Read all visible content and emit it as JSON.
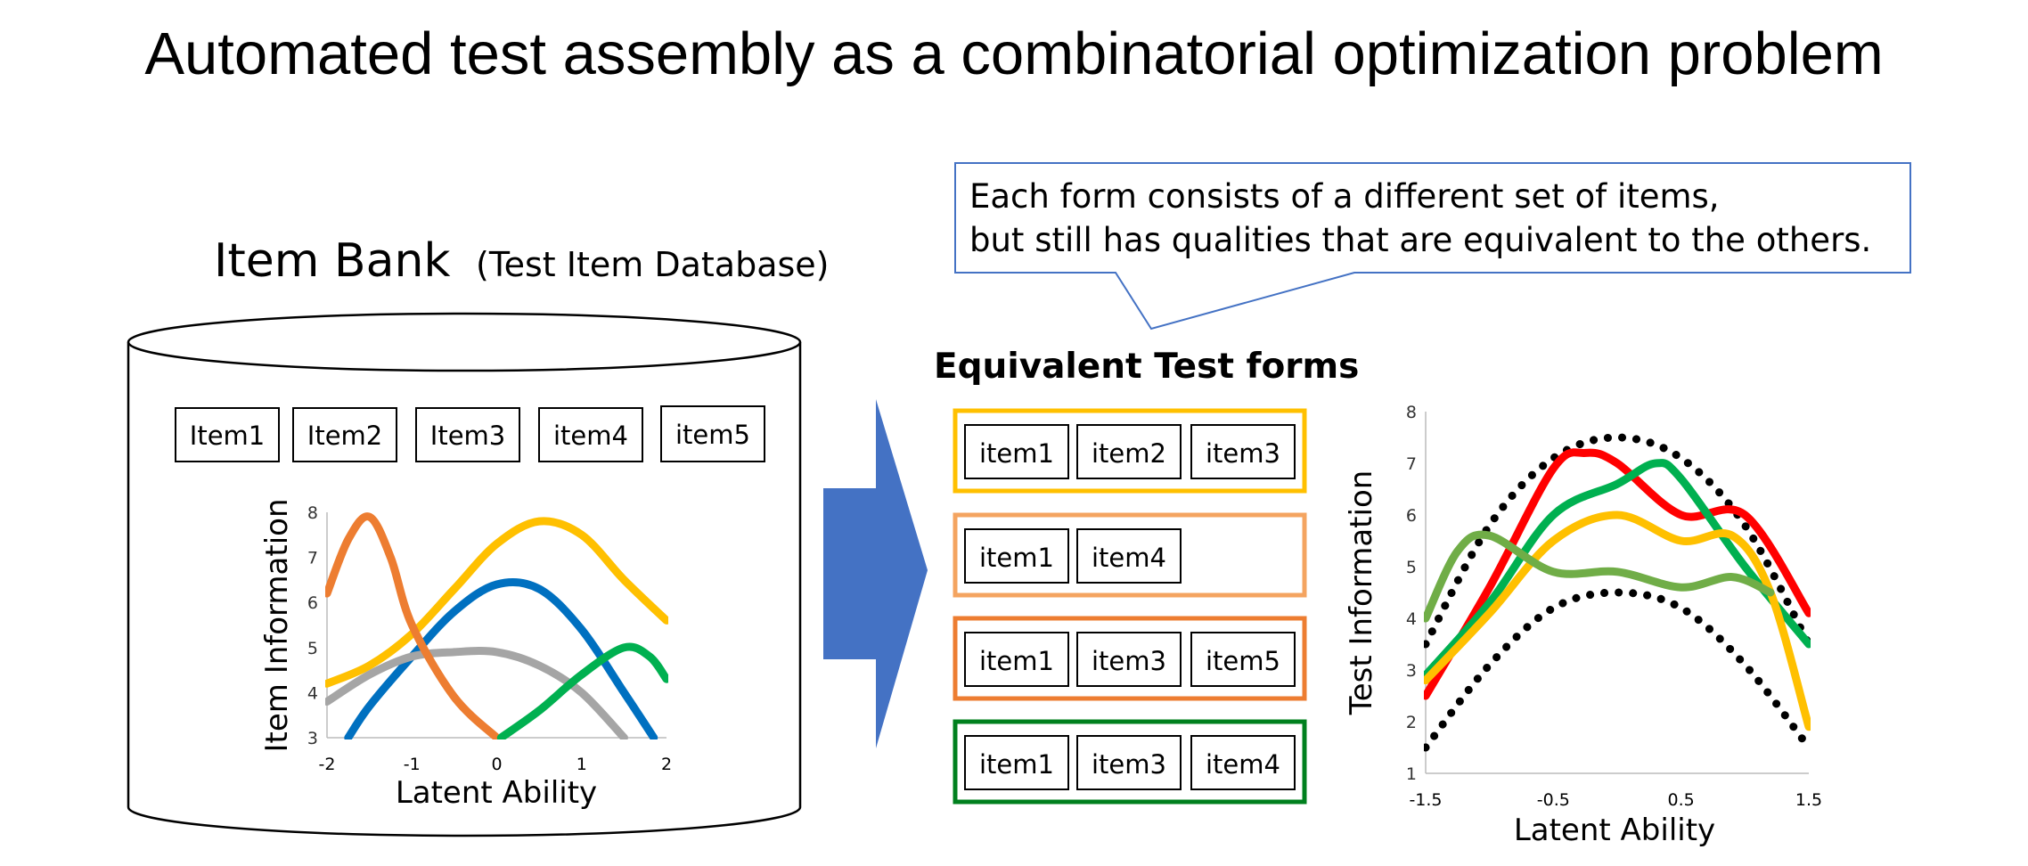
{
  "title": "Automated test assembly as a combinatorial optimization problem",
  "item_bank": {
    "title_main": "Item Bank",
    "title_sub": "(Test Item Database)",
    "items": [
      "Item1",
      "Item2",
      "Item3",
      "item4",
      "item5"
    ]
  },
  "callout": {
    "line1": "Each form consists of a different set of items,",
    "line2": "but still has qualities that are equivalent to the others."
  },
  "forms": {
    "heading": "Equivalent Test forms",
    "list": [
      {
        "border_color": "#FFC000",
        "items": [
          "item1",
          "item2",
          "item3"
        ]
      },
      {
        "border_color": "#F4A460",
        "items": [
          "item1",
          "item4"
        ]
      },
      {
        "border_color": "#ED7D31",
        "items": [
          "item1",
          "item3",
          "item5"
        ]
      },
      {
        "border_color": "#00801E",
        "items": [
          "item1",
          "item3",
          "item4"
        ]
      }
    ]
  },
  "chart_data": [
    {
      "type": "line",
      "xlabel": "Latent Ability",
      "ylabel": "Item Information",
      "xlim": [
        -2,
        2
      ],
      "ylim": [
        3,
        8
      ],
      "x_ticks": [
        "-2",
        "-1",
        "0",
        "1",
        "2"
      ],
      "y_ticks": [
        "3",
        "4",
        "5",
        "6",
        "7",
        "8"
      ],
      "grid": false,
      "series": [
        {
          "color": "#FFC000",
          "x": [
            -2,
            -1.5,
            -1,
            -0.5,
            0,
            0.5,
            1,
            1.5,
            2
          ],
          "y": [
            4.2,
            4.6,
            5.3,
            6.3,
            7.3,
            7.8,
            7.5,
            6.5,
            5.6
          ]
        },
        {
          "color": "#0070C0",
          "x": [
            -1.75,
            -1.5,
            -1,
            -0.5,
            0,
            0.5,
            1,
            1.5,
            1.85
          ],
          "y": [
            3.0,
            3.7,
            4.8,
            5.8,
            6.4,
            6.3,
            5.4,
            4.0,
            3.0
          ]
        },
        {
          "color": "#A5A5A5",
          "x": [
            -2,
            -1.5,
            -1,
            -0.5,
            0,
            0.5,
            1,
            1.5
          ],
          "y": [
            3.8,
            4.4,
            4.8,
            4.9,
            4.9,
            4.6,
            4.0,
            3.0
          ]
        },
        {
          "color": "#ED7D31",
          "x": [
            -2,
            -1.75,
            -1.5,
            -1.25,
            -1,
            -0.5,
            0
          ],
          "y": [
            6.2,
            7.4,
            7.9,
            7.0,
            5.5,
            3.9,
            3.0
          ]
        },
        {
          "color": "#00B050",
          "x": [
            0.05,
            0.5,
            1,
            1.5,
            1.8,
            2
          ],
          "y": [
            3.0,
            3.6,
            4.4,
            5.0,
            4.8,
            4.3
          ]
        }
      ]
    },
    {
      "type": "line",
      "xlabel": "Latent Ability",
      "ylabel": "Test Information",
      "xlim": [
        -1.5,
        1.5
      ],
      "ylim": [
        1,
        8
      ],
      "x_ticks": [
        "-1.5",
        "-0.5",
        "0.5",
        "1.5"
      ],
      "y_ticks": [
        "1",
        "2",
        "3",
        "4",
        "5",
        "6",
        "7",
        "8"
      ],
      "grid": false,
      "series": [
        {
          "color": "#000000",
          "style": "dotted",
          "x": [
            -1.5,
            -1,
            -0.5,
            0,
            0.5,
            1,
            1.5
          ],
          "y": [
            3.5,
            5.8,
            7.1,
            7.5,
            7.1,
            5.8,
            3.5
          ]
        },
        {
          "color": "#000000",
          "style": "dotted",
          "x": [
            -1.5,
            -1,
            -0.5,
            0,
            0.5,
            1,
            1.5
          ],
          "y": [
            1.5,
            3.1,
            4.2,
            4.5,
            4.2,
            3.1,
            1.5
          ]
        },
        {
          "color": "#FF0000",
          "x": [
            -1.5,
            -1,
            -0.5,
            -0.25,
            0,
            0.5,
            1,
            1.5
          ],
          "y": [
            2.5,
            4.6,
            6.9,
            7.2,
            7.0,
            6.0,
            6.0,
            4.1
          ]
        },
        {
          "color": "#00B050",
          "x": [
            -1.5,
            -1,
            -0.5,
            0,
            0.3,
            0.5,
            1,
            1.5
          ],
          "y": [
            2.9,
            4.3,
            6.0,
            6.6,
            7.0,
            6.7,
            5.0,
            3.5
          ]
        },
        {
          "color": "#FFC000",
          "x": [
            -1.5,
            -1,
            -0.5,
            0,
            0.5,
            0.9,
            1.2,
            1.5
          ],
          "y": [
            2.8,
            4.1,
            5.5,
            6.0,
            5.5,
            5.6,
            4.5,
            1.9
          ]
        },
        {
          "color": "#70AD47",
          "x": [
            -1.5,
            -1.25,
            -1,
            -0.5,
            0,
            0.5,
            0.9,
            1.2
          ],
          "y": [
            4.0,
            5.3,
            5.6,
            4.9,
            4.9,
            4.6,
            4.8,
            4.5
          ]
        }
      ]
    }
  ]
}
